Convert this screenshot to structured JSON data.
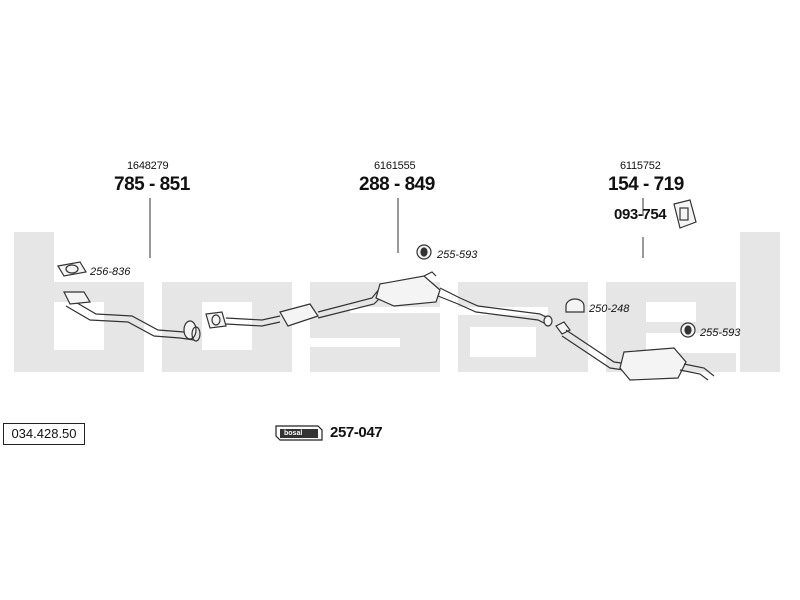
{
  "watermark": {
    "text": "bosal",
    "color": "#e6e6e6"
  },
  "reference_number": "034.428.50",
  "groups": [
    {
      "oem_number": "1648279",
      "part_number": "785 - 851"
    },
    {
      "oem_number": "6161555",
      "part_number": "288 - 849"
    },
    {
      "oem_number": "6115752",
      "part_number": "154 - 719"
    }
  ],
  "accessories": {
    "gasket_front": "256-836",
    "clamp_mid": "255-593",
    "clamp_rear_joint": "250-248",
    "clamp_rear": "255-593",
    "hanger": "093-754"
  },
  "mounting_kit": {
    "part_number": "257-047",
    "logo_text": "bosal"
  },
  "colors": {
    "line": "#333333",
    "part_fill": "#f4f4f4",
    "watermark": "#e6e6e6"
  }
}
